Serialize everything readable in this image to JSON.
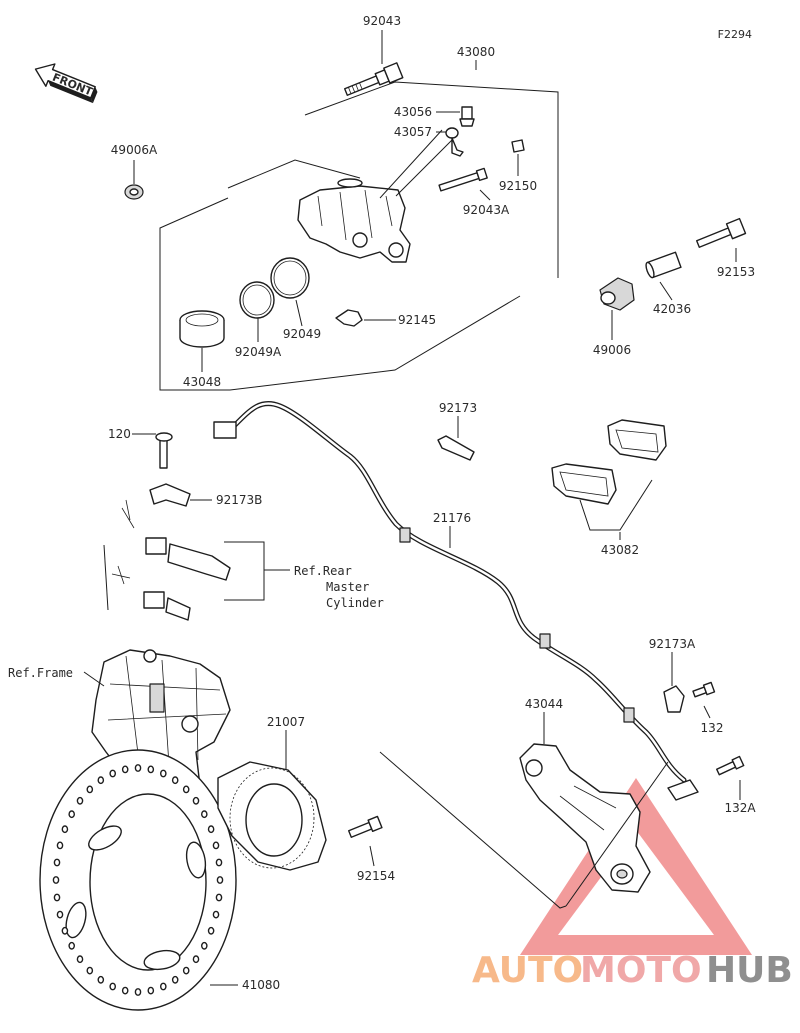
{
  "figure_code": "F2294",
  "front_arrow": "FRONT",
  "parts": [
    {
      "id": "p92043",
      "label": "92043"
    },
    {
      "id": "p43080",
      "label": "43080"
    },
    {
      "id": "p43056",
      "label": "43056"
    },
    {
      "id": "p43057",
      "label": "43057"
    },
    {
      "id": "p49006A",
      "label": "49006A"
    },
    {
      "id": "p92150",
      "label": "92150"
    },
    {
      "id": "p92043A",
      "label": "92043A"
    },
    {
      "id": "p92153",
      "label": "92153"
    },
    {
      "id": "p42036",
      "label": "42036"
    },
    {
      "id": "p49006",
      "label": "49006"
    },
    {
      "id": "p92145",
      "label": "92145"
    },
    {
      "id": "p92049",
      "label": "92049"
    },
    {
      "id": "p92049A",
      "label": "92049A"
    },
    {
      "id": "p43048",
      "label": "43048"
    },
    {
      "id": "p120",
      "label": "120"
    },
    {
      "id": "p92173",
      "label": "92173"
    },
    {
      "id": "p92173B",
      "label": "92173B"
    },
    {
      "id": "p21176",
      "label": "21176"
    },
    {
      "id": "p43082",
      "label": "43082"
    },
    {
      "id": "p92173A",
      "label": "92173A"
    },
    {
      "id": "p43044",
      "label": "43044"
    },
    {
      "id": "p132",
      "label": "132"
    },
    {
      "id": "p21007",
      "label": "21007"
    },
    {
      "id": "p132A",
      "label": "132A"
    },
    {
      "id": "p92154",
      "label": "92154"
    },
    {
      "id": "p41080",
      "label": "41080"
    }
  ],
  "references": {
    "rear_master_cylinder": [
      "Ref.Rear",
      "Master",
      "Cylinder"
    ],
    "frame": "Ref.Frame"
  },
  "watermark": {
    "part1": "AUTO",
    "part2": "MOTO",
    "part3": "HUB",
    "color_auto": "#f7b98a",
    "color_moto": "#f0a8a8",
    "color_hub": "#8f8f8f",
    "color_triangle": "#f08a8a"
  }
}
